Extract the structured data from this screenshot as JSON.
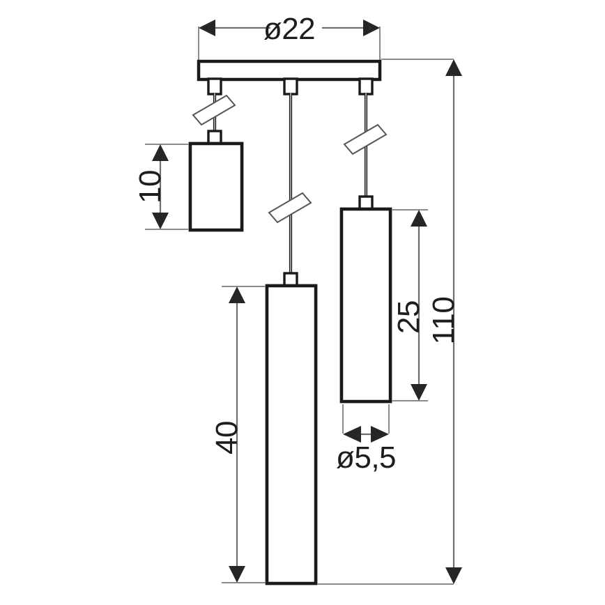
{
  "drawing": {
    "title": "Pendant lamp technical dimension drawing",
    "units": "cm",
    "background_color": "#ffffff",
    "line_color": "#1a1a1a",
    "dimension_color": "#6e6e6e",
    "text_color": "#1d1d1d"
  },
  "dimensions": {
    "canopy_width": {
      "label": "ø22",
      "value": 22,
      "symbol": "ø",
      "orientation": "horizontal",
      "position": "top"
    },
    "short_shade_height": {
      "label": "10",
      "value": 10,
      "orientation": "vertical-rotated",
      "position": "left"
    },
    "medium_shade_height": {
      "label": "25",
      "value": 25,
      "orientation": "vertical-rotated",
      "position": "right-inner"
    },
    "long_shade_height": {
      "label": "40",
      "value": 40,
      "orientation": "vertical-rotated",
      "position": "center-left"
    },
    "total_height": {
      "label": "110",
      "value": 110,
      "orientation": "vertical-rotated",
      "position": "far-right"
    },
    "shade_diameter": {
      "label": "ø5,5",
      "value": 5.5,
      "symbol": "ø",
      "orientation": "horizontal",
      "position": "bottom-right"
    }
  },
  "parts": {
    "canopy": "ceiling-mount-plate",
    "shade_short": "pendant-shade-short",
    "shade_medium": "pendant-shade-medium",
    "shade_long": "pendant-shade-long",
    "cable": "suspension-cable",
    "break_symbol": "cable-break-mark",
    "hatch": "diffuser-hatch-pattern"
  }
}
